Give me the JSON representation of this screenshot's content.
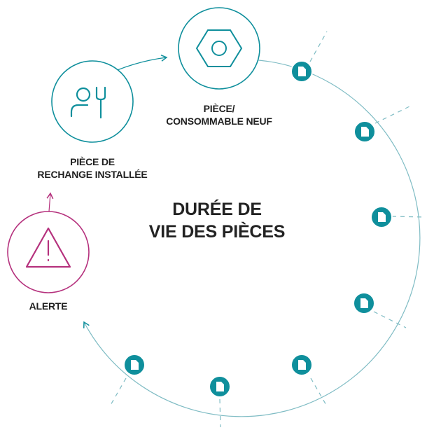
{
  "center": {
    "line1": "DURÉE DE",
    "line2": "VIE DES PIÈCES"
  },
  "nodes": {
    "new_part": {
      "line1": "PIÈCE/",
      "line2": "CONSOMMABLE NEUF",
      "icon": "hex-nut-icon"
    },
    "spare_installed": {
      "line1": "PIÈCE DE",
      "line2": "RECHANGE INSTALLÉE",
      "icon": "technician-wrench-icon"
    },
    "alert": {
      "line1": "ALERTE",
      "icon": "warning-triangle-icon"
    }
  },
  "document_markers": {
    "count": 7,
    "icon": "document-icon"
  },
  "colors": {
    "teal": "#0f8f9c",
    "ring": "#7fbcc4",
    "magenta": "#b5317d",
    "text": "#1f1f1f",
    "marker_icon": "#ffffff"
  }
}
